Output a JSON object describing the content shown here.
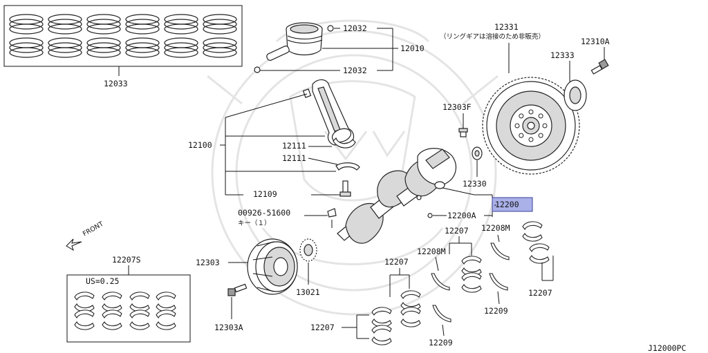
{
  "diagram_code": "J12000PC",
  "callouts": {
    "piston_rings_set": "12033",
    "piston_assy": "12010",
    "piston_pin_clip_top": "12032",
    "piston_pin_clip_bottom": "12032",
    "flywheel": "12331",
    "flywheel_note": "（リングギアは溶接のため非販売）",
    "flywheel_plate": "12333",
    "flywheel_bolt": "12310A",
    "pilot_bolt": "12303F",
    "conrod_assy": "12100",
    "conrod_bearing_upper": "12111",
    "conrod_bearing_lower": "12111",
    "conrod_bolt": "12109",
    "pilot_bushing": "12330",
    "crankshaft": "12200",
    "crank_pulley_bolt_washer": "12200A",
    "woodruff_key": "00926-51600",
    "woodruff_key_note": "キー（１）",
    "crank_pulley": "12303",
    "crank_sprocket": "13021",
    "crank_pulley_bolt": "12303A",
    "main_bearing_set_us": "12207S",
    "main_bearing_set_note": "US=0.25",
    "main_bearing_a": "12207",
    "main_bearing_b": "12207",
    "main_bearing_c": "12207",
    "main_bearing_d": "12207",
    "thrust_washer_a": "12208M",
    "thrust_washer_b": "12208M",
    "thrust_washer_c": "12209",
    "thrust_washer_d": "12209"
  },
  "front_label": "FRONT",
  "colors": {
    "highlight_fill": "#aab0e8",
    "highlight_border": "#3a3f9a",
    "line": "#111111",
    "watermark": "#e4e4e4"
  }
}
